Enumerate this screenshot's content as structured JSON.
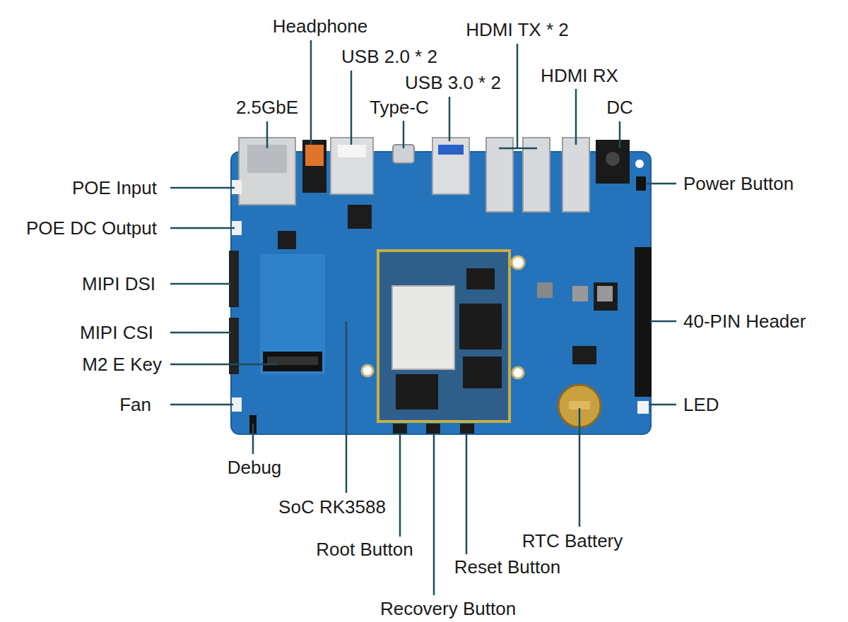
{
  "diagram": {
    "labels": [
      "Headphone",
      "HDMI TX * 2",
      "USB 2.0 * 2",
      "HDMI RX",
      "USB 3.0 * 2",
      "Type-C",
      "2.5GbE",
      "DC",
      "Power Button",
      "POE Input",
      "POE DC Output",
      "MIPI DSI",
      "40-PIN Header",
      "MIPI CSI",
      "M2 E Key",
      "Fan",
      "LED",
      "Debug",
      "SoC RK3588",
      "RTC Battery",
      "Root Button",
      "Reset Button",
      "Recovery Button"
    ]
  }
}
